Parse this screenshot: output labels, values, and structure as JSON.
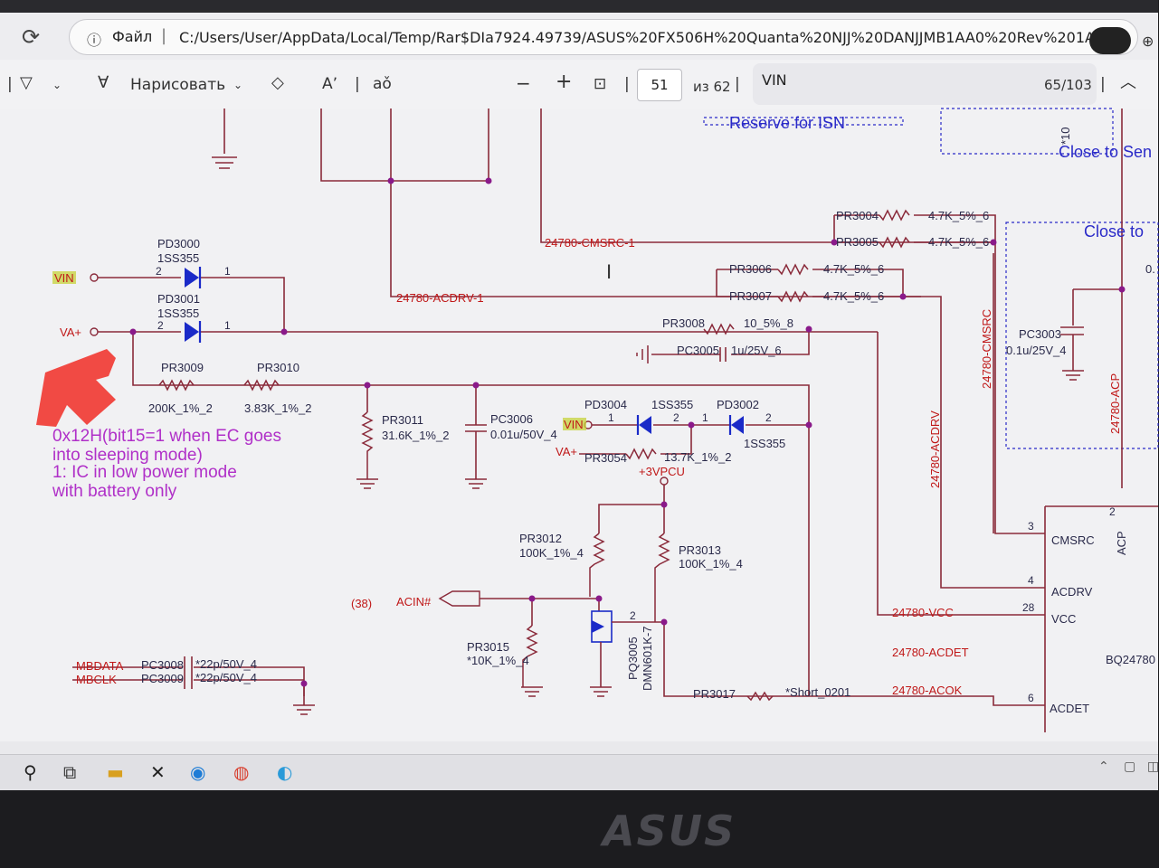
{
  "browser": {
    "url_label": "Файл",
    "url": "C:/Users/User/AppData/Local/Temp/Rar$DIa7924.49739/ASUS%20FX506H%20Quanta%20NJJ%20DANJJMB1AA0%20Rev%201A%..."
  },
  "toolbar": {
    "draw_label": "Нарисовать",
    "read_aloud_label": "Aʼ",
    "translate_label": "aǒ",
    "minus_label": "−",
    "plus_label": "+",
    "page_current": "51",
    "page_total": "из 62",
    "search_query": "VIN",
    "search_count": "65/103"
  },
  "schematic": {
    "notes": {
      "top_reserve": "Reserve for ISN",
      "close_to_sense_1": "Close to Sen",
      "close_to_2": "Close to",
      "partial_0": "0.",
      "ten": "*10"
    },
    "comment_lines": [
      "0x12H(bit15=1 when EC goes",
      "into sleeping mode)",
      "1: IC in low power mode",
      "with battery only"
    ],
    "nets": {
      "vin": "VIN",
      "vaplus": "VA+",
      "cmsrc1": "24780-CMSRC-1",
      "acdrv1": "24780-ACDRV-1",
      "cmsrc_v": "24780-CMSRC",
      "acdrv_v": "24780-ACDRV",
      "acp_v": "24780-ACP",
      "vcc": "24780-VCC",
      "acdet": "24780-ACDET",
      "acok": "24780-ACOK",
      "vin2": "VIN",
      "vaplus2": "VA+",
      "vpcu": "+3VPCU",
      "acin": "ACIN#",
      "acin_ref": "(38)",
      "mbdata": "MBDATA",
      "mbclk": "MBCLK"
    },
    "components": {
      "pd3000_ref": "PD3000",
      "pd3000_val": "1SS355",
      "pd3001_ref": "PD3001",
      "pd3001_val": "1SS355",
      "pd3004_ref": "PD3004",
      "pd3004_val": "1SS355",
      "pd3002_ref": "PD3002",
      "pd3002_val": "1SS355",
      "pr3009_ref": "PR3009",
      "pr3009_val": "200K_1%_2",
      "pr3010_ref": "PR3010",
      "pr3010_val": "3.83K_1%_2",
      "pr3011_ref": "PR3011",
      "pr3011_val": "31.6K_1%_2",
      "pc3006_ref": "PC3006",
      "pc3006_val": "0.01u/50V_4",
      "pr3054_ref": "PR3054",
      "pr3054_val": "13.7K_1%_2",
      "pr3004_ref": "PR3004",
      "pr3004_val": "4.7K_5%_6",
      "pr3005_ref": "PR3005",
      "pr3005_val": "4.7K_5%_6",
      "pr3006_ref": "PR3006",
      "pr3006_val": "4.7K_5%_6",
      "pr3007_ref": "PR3007",
      "pr3007_val": "4.7K_5%_6",
      "pr3008_ref": "PR3008",
      "pr3008_val": "10_5%_8",
      "pc3005_ref": "PC3005",
      "pc3005_val": "1u/25V_6",
      "pc3003_ref": "PC3003",
      "pc3003_val": "0.1u/25V_4",
      "pr3012_ref": "PR3012",
      "pr3012_val": "100K_1%_4",
      "pr3013_ref": "PR3013",
      "pr3013_val": "100K_1%_4",
      "pr3015_ref": "PR3015",
      "pr3015_val": "*10K_1%_4",
      "pq3005_ref": "PQ3005",
      "pq3005_val": "DMN601K-7",
      "pr3017_ref": "PR3017",
      "pr3017_val": "*Short_0201",
      "pc3008_ref": "PC3008",
      "pc3008_val": "*22p/50V_4",
      "pc3009_ref": "PC3009",
      "pc3009_val": "*22p/50V_4"
    },
    "pins": {
      "p1": "1",
      "p2": "2",
      "p3": "3",
      "p4": "4",
      "p6": "6",
      "p28": "28"
    },
    "ic": {
      "name": "BQ24780",
      "pin_cmsrc": "CMSRC",
      "pin_acdrv": "ACDRV",
      "pin_vcc": "VCC",
      "pin_acdet": "ACDET",
      "pin_acp": "ACP"
    }
  },
  "colors": {
    "wire": "#8a2a3a",
    "net_label": "#c01818",
    "ref_text": "#2a2a4a",
    "comment": "#b030c8",
    "diode": "#1a2ac8",
    "highlight": "#c6d23a",
    "arrow": "#f0403a",
    "note_blue": "#2a2ac8"
  },
  "bezel": {
    "brand": "ASUS"
  }
}
